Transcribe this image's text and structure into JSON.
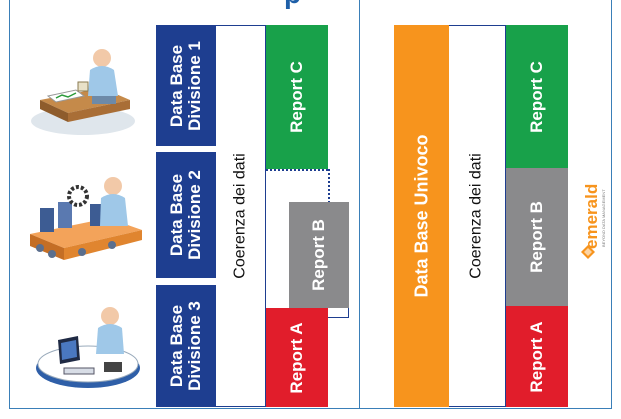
{
  "title_fragment": "p",
  "left": {
    "databases": [
      {
        "line1": "Data Base",
        "line2": "Divisione 1"
      },
      {
        "line1": "Data Base",
        "line2": "Divisione 2"
      },
      {
        "line1": "Data Base",
        "line2": "Divisione 3"
      }
    ],
    "coerenza": "Coerenza dei dati",
    "reports": {
      "c": "Report C",
      "b": "Report B",
      "a": "Report A"
    }
  },
  "right": {
    "database": "Data Base Univoco",
    "coerenza": "Coerenza dei dati",
    "reports": {
      "c": "Report C",
      "b": "Report B",
      "a": "Report A"
    }
  },
  "logo": {
    "name": "emerald",
    "tagline": "BEYOND DATA MANAGEMENT"
  },
  "colors": {
    "db_blue": "#1e3e90",
    "green": "#18a14a",
    "gray": "#8a8a8c",
    "red": "#e11d2b",
    "orange": "#f7941d",
    "frame_blue": "#3a7fb8"
  }
}
